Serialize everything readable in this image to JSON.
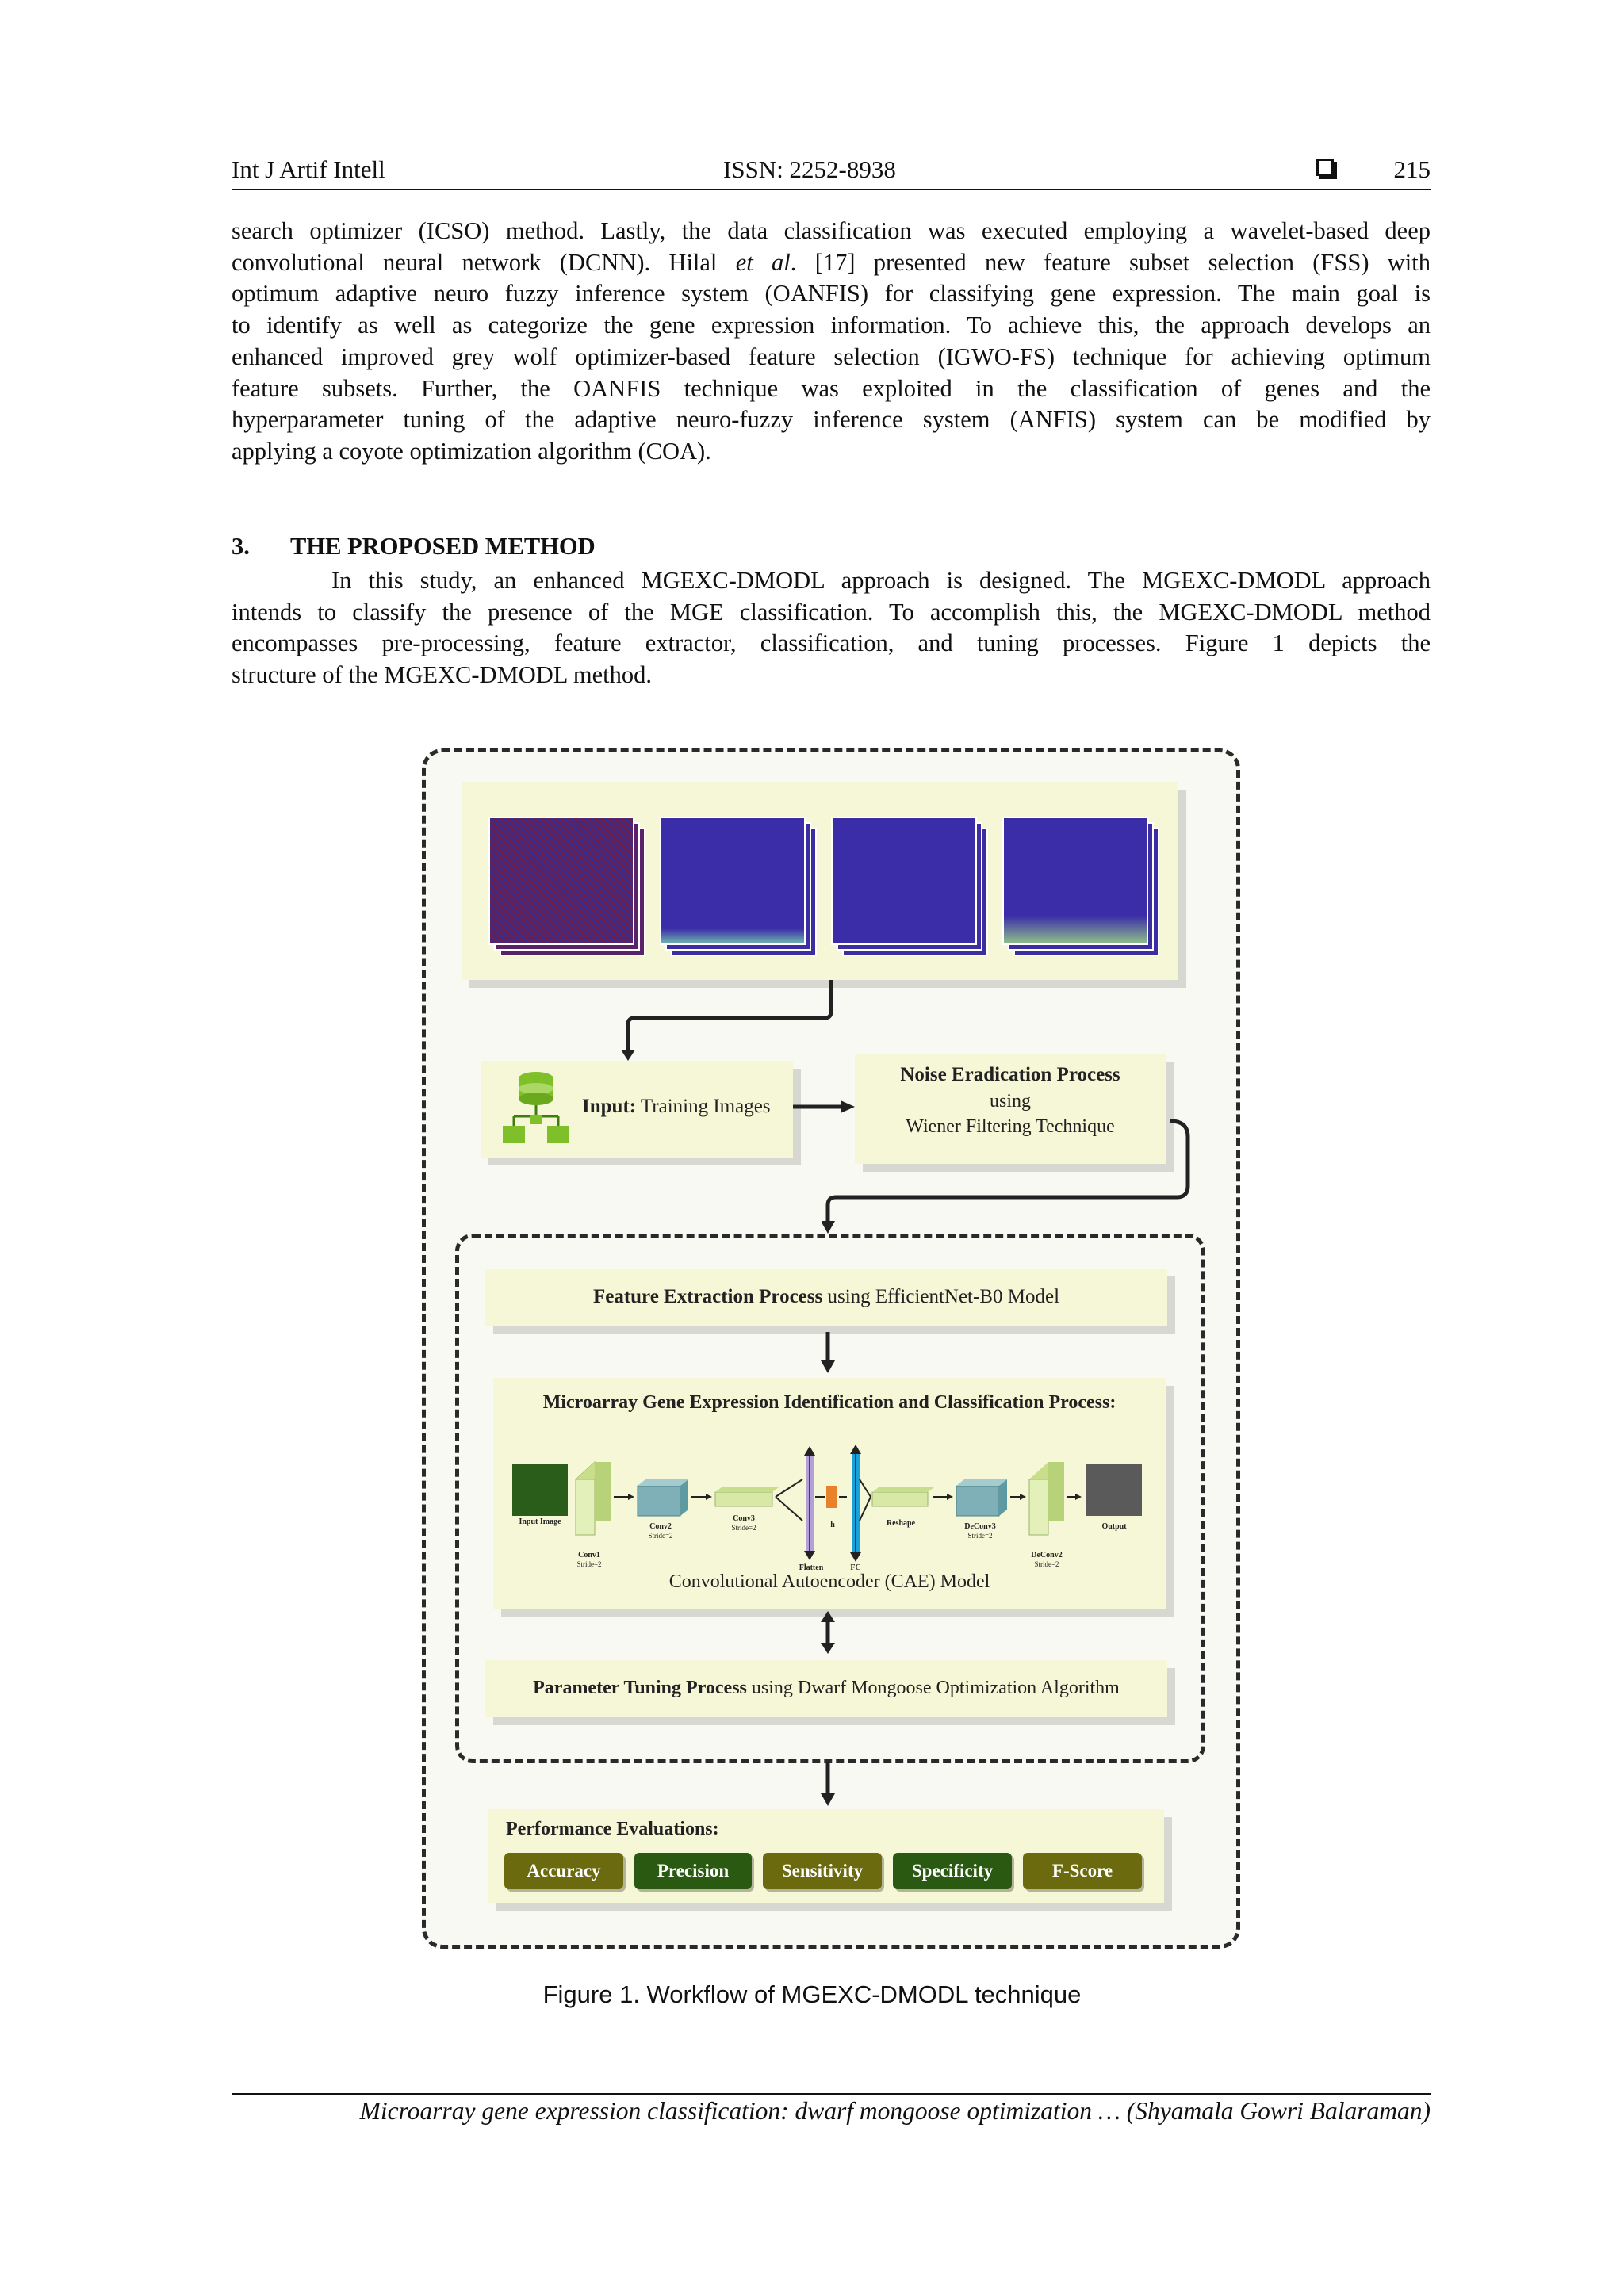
{
  "header": {
    "journal": "Int J Artif Intell",
    "issn": "ISSN: 2252-8938",
    "page": "215"
  },
  "body": {
    "p1_lines": [
      "search optimizer (ICSO) method. Lastly, the data classification was executed employing a wavelet-based deep",
      "convolutional neural network (DCNN). Hilal ",
      "et al",
      ". [17] presented new feature subset selection (FSS) with",
      "optimum adaptive neuro fuzzy inference system (OANFIS) for classifying gene expression. The main goal is",
      "to identify as well as categorize the gene expression information. To achieve this, the approach develops an",
      "enhanced improved grey wolf optimizer-based feature selection (IGWO-FS) technique for achieving optimum",
      "feature subsets. Further, the OANFIS technique was exploited in the classification of genes and the",
      "hyperparameter tuning of the adaptive neuro-fuzzy inference system (ANFIS) system can be modified by",
      "applying a coyote optimization algorithm (COA)."
    ],
    "section_number": "3.",
    "section_title": "THE PROPOSED METHOD",
    "p2_lines": [
      "In this study, an enhanced MGEXC-DMODL approach is designed. The MGEXC-DMODL approach",
      "intends to classify the presence of the MGE classification. To accomplish this, the MGEXC-DMODL method",
      "encompasses pre-processing, feature extractor, classification, and tuning processes. Figure 1 depicts the",
      "structure of the MGEXC-DMODL method."
    ]
  },
  "figure": {
    "input_bold": "Input:",
    "input_rest": " Training Images",
    "noise_title": "Noise Eradication Process",
    "noise_using": "using",
    "noise_tech": "Wiener Filtering Technique",
    "feature_bold": "Feature Extraction Process",
    "feature_rest": " using EfficientNet-B0 Model",
    "cae_title": "Microarray Gene Expression Identification and Classification Process:",
    "cae_labels": {
      "input_image": "Input Image",
      "conv1": "Conv1",
      "conv1_stride": "Stride=2",
      "conv2": "Conv2",
      "conv2_stride": "Stride=2",
      "conv3": "Conv3",
      "conv3_stride": "Stride=2",
      "flatten": "Flatten",
      "h": "h",
      "fc": "FC",
      "reshape": "Reshape",
      "deconv3": "DeConv3",
      "deconv3_stride": "Stride=2",
      "deconv2": "DeConv2",
      "deconv2_stride": "Stride=2",
      "output": "Output"
    },
    "cae_model": "Convolutional Autoencoder (CAE) Model",
    "tuning_bold": "Parameter Tuning Process",
    "tuning_rest": " using Dwarf Mongoose Optimization Algorithm",
    "perf_title": "Performance Evaluations:",
    "metrics": [
      {
        "label": "Accuracy",
        "color": "#6b6a0e"
      },
      {
        "label": "Precision",
        "color": "#2a5a12"
      },
      {
        "label": "Sensitivity",
        "color": "#6b6a0e"
      },
      {
        "label": "Specificity",
        "color": "#2a5a12"
      },
      {
        "label": "F-Score",
        "color": "#6b6a0e"
      }
    ]
  },
  "caption": "Figure 1. Workflow of MGEXC-DMODL technique",
  "footer": "Microarray gene expression classification: dwarf mongoose optimization … (Shyamala Gowri Balaraman)"
}
